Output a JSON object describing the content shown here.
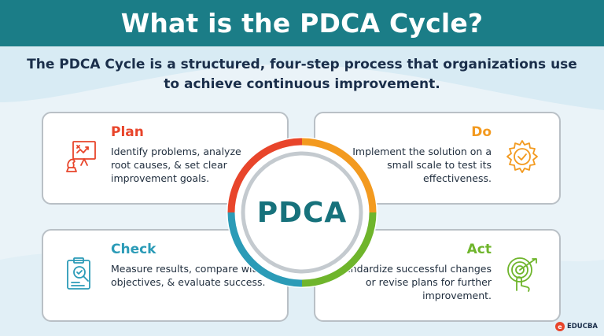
{
  "header": {
    "title": "What is the PDCA Cycle?"
  },
  "intro": {
    "text": "The PDCA Cycle is a structured, four-step process that organizations use to achieve continuous improvement."
  },
  "center": {
    "label": "PDCA"
  },
  "steps": {
    "plan": {
      "title": "Plan",
      "description": "Identify problems, analyze root causes, & set clear improvement goals.",
      "color": "#e8452b",
      "icon": "strategy-board-icon"
    },
    "do": {
      "title": "Do",
      "description": "Implement the solution on a small scale to test its effectiveness.",
      "color": "#f39a1f",
      "icon": "gear-check-icon"
    },
    "check": {
      "title": "Check",
      "description": "Measure results, compare with objectives, & evaluate success.",
      "color": "#2b9bb7",
      "icon": "clipboard-magnifier-icon"
    },
    "act": {
      "title": "Act",
      "description": "Standardize successful changes or revise plans for further improvement.",
      "color": "#6fb52c",
      "icon": "target-hand-icon"
    }
  },
  "brand": {
    "name": "EDUCBA",
    "accent": "#1b7d87"
  }
}
